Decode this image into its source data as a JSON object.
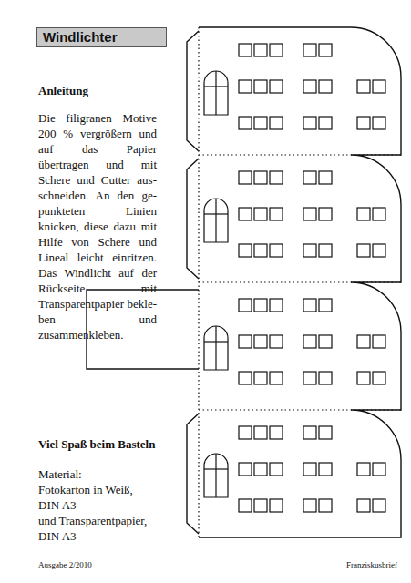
{
  "diagram": {
    "title": "Windlichter",
    "labels": [
      "Anleitung",
      "Die filigranen Motive 200 % vergrößern und auf das Papier übertragen und mit Schere und Cutter aus- schneiden. An den ge- punkteten Linien knicken, diese dazu mit Hilfe von Schere und Lineal leicht einritzen. Das Windlicht auf der Rückseite mit Transparentpapier bekle- ben und zusammenkleben.",
      "Viel Spaß beim Basteln",
      "Material:",
      "Fotokarton in Weiß,",
      "DIN A3",
      "und Transparentpapier,",
      "DIN A3",
      "Ausgabe 2/2010",
      "Franziskusbrief"
    ]
  }
}
